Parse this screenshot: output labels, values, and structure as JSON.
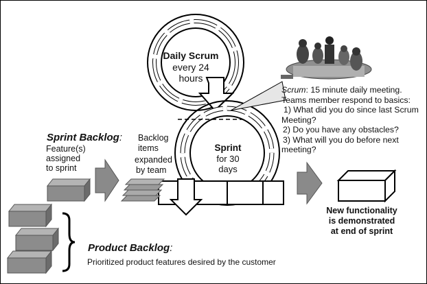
{
  "sprint_backlog": {
    "title": "Sprint Backlog",
    "colon": ":",
    "desc": [
      "Feature(s)",
      "assigned",
      "to sprint"
    ]
  },
  "backlog_items": [
    "Backlog",
    "items",
    "expanded",
    "by team"
  ],
  "daily_scrum": {
    "title": "Daily Scrum",
    "lines": [
      "every 24",
      "hours"
    ]
  },
  "sprint": {
    "title": "Sprint",
    "lines": [
      "for 30",
      "days"
    ]
  },
  "scrum_note": {
    "term": "Scrum",
    "first_line_rest": ": 15 minute daily meeting.",
    "lines": [
      "Teams member respond to basics:",
      "1) What did you do since last Scrum",
      "Meeting?",
      "2) Do you have any obstacles?",
      "3) What will you do before next",
      "meeting?"
    ]
  },
  "new_functionality": [
    "New functionality",
    "is demonstrated",
    "at end of sprint"
  ],
  "product_backlog": {
    "title": "Product Backlog",
    "colon": ":",
    "desc": "Prioritized product features desired by the customer"
  },
  "colors": {
    "box_front": "#8c8c8c",
    "box_top": "#b4b4b4",
    "box_side": "#6c6c6c",
    "arrow": "#8a8a8a",
    "line": "#000000"
  }
}
